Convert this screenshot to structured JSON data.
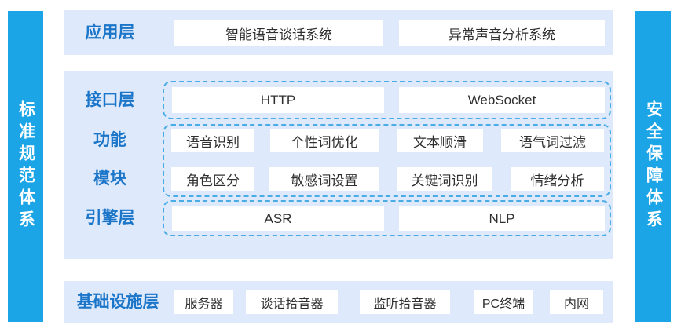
{
  "colors": {
    "pillar_bg": "#1BA4E6",
    "band_bg": "#DEE9FB",
    "layer_label_text": "#1B75C8",
    "box_text": "#2F2F2F",
    "dashed_border": "#49ACE5"
  },
  "left_pillar": {
    "label": "标准规范体系"
  },
  "right_pillar": {
    "label": "安全保障体系"
  },
  "application_layer": {
    "label": "应用层",
    "items": [
      "智能语音谈话系统",
      "异常声音分析系统"
    ]
  },
  "interface_layer": {
    "label": "接口层",
    "items": [
      "HTTP",
      "WebSocket"
    ]
  },
  "function_module": {
    "label_line1": "功能",
    "label_line2": "模块",
    "row1": [
      "语音识别",
      "个性词优化",
      "文本顺滑",
      "语气词过滤"
    ],
    "row2": [
      "角色区分",
      "敏感词设置",
      "关键词识别",
      "情绪分析"
    ]
  },
  "engine_layer": {
    "label": "引擎层",
    "items": [
      "ASR",
      "NLP"
    ]
  },
  "infrastructure_layer": {
    "label": "基础设施层",
    "items": [
      "服务器",
      "谈话拾音器",
      "监听拾音器",
      "PC终端",
      "内网"
    ]
  }
}
